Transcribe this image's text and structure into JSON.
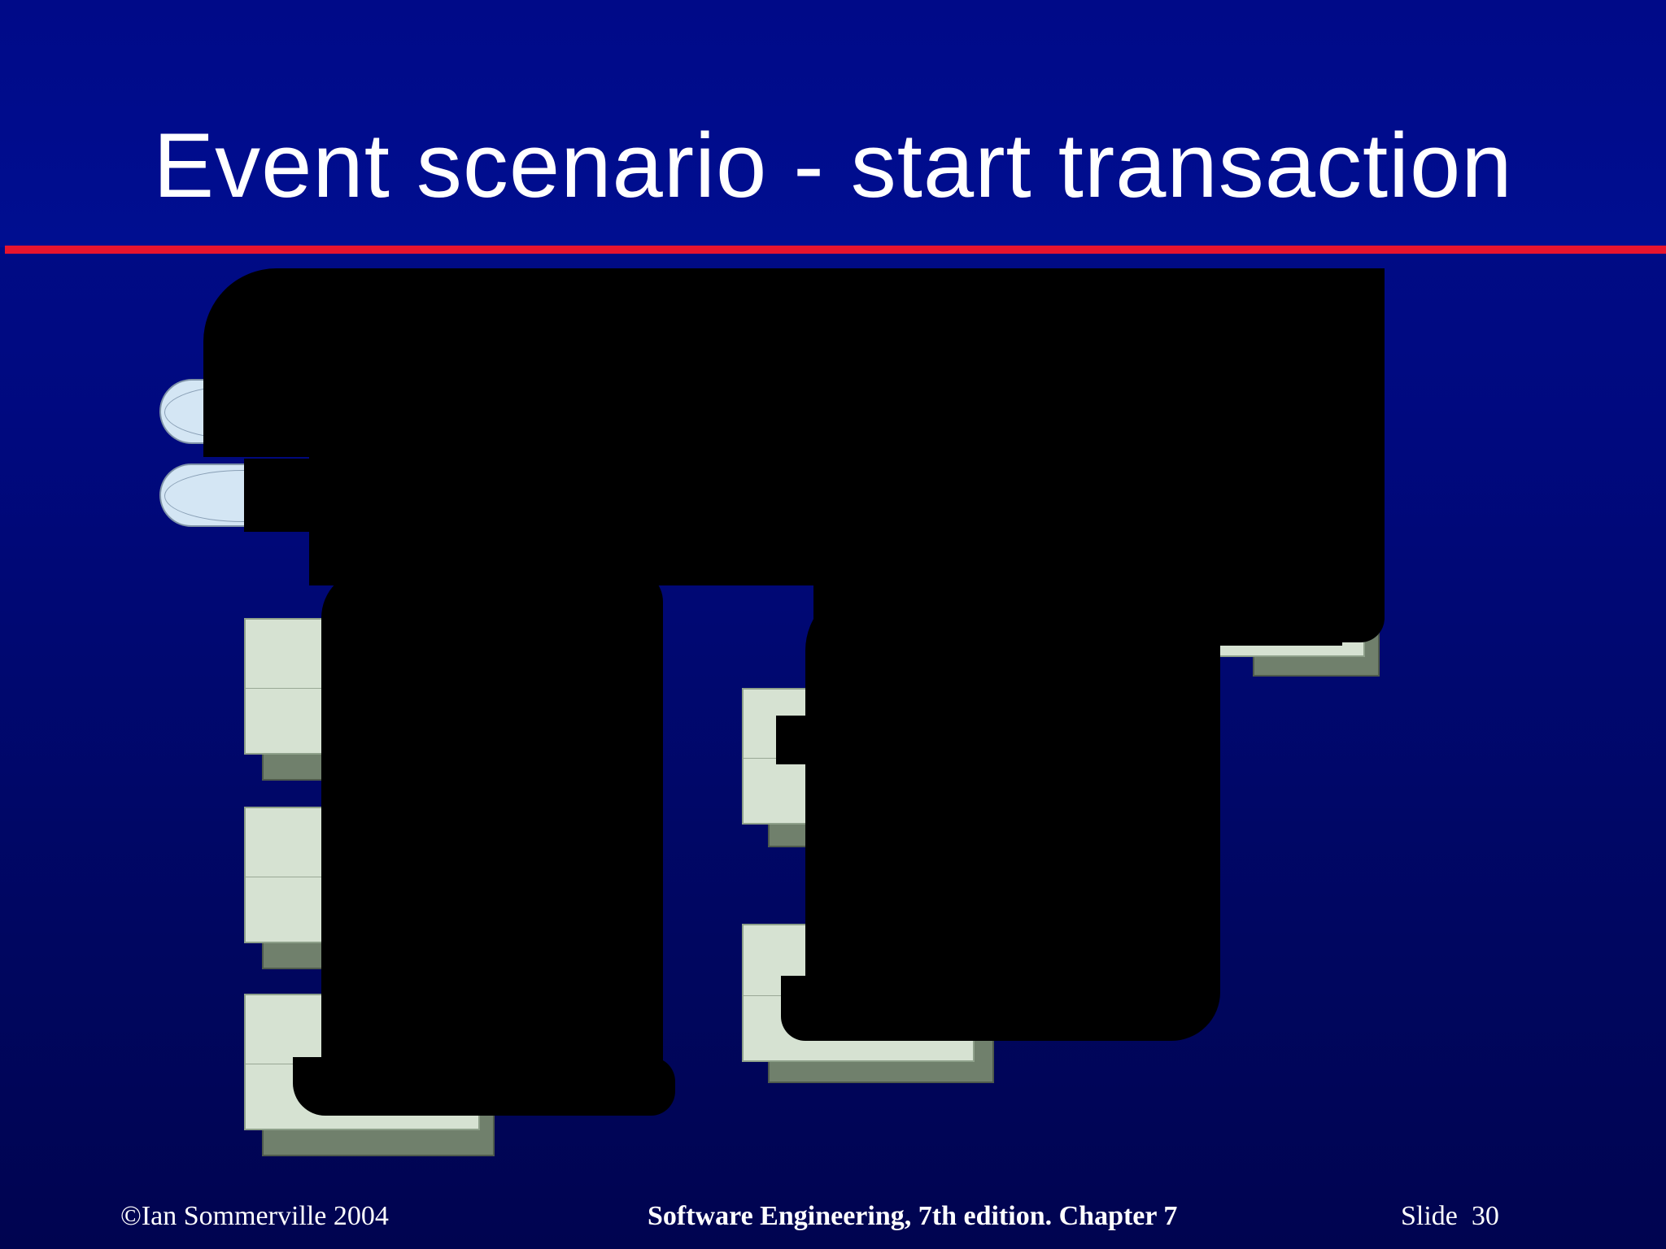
{
  "slide": {
    "title": "Event scenario - start transaction"
  },
  "footer": {
    "copyright": "©Ian Sommerville 2004",
    "book": "Software Engineering, 7th edition. Chapter 7",
    "slide_label": "Slide  30"
  },
  "colors": {
    "background": "#000e8e",
    "rule": "#e8142e",
    "box_fill": "#d6e2d2",
    "pill_fill": "#d4e6f4",
    "obscured": "#000000"
  }
}
